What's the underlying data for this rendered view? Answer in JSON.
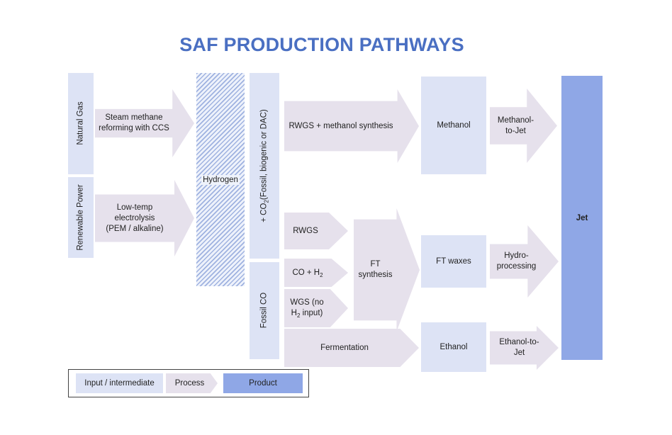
{
  "title": "SAF PRODUCTION PATHWAYS",
  "inputs": {
    "natural_gas": "Natural Gas",
    "renewable_power": "Renewable Power",
    "co2_label": "+ CO",
    "co2_sub": "2",
    "co2_rest": " (Fossil, biogenic or DAC)",
    "fossil_co": "Fossil CO"
  },
  "processes": {
    "steam": [
      "Steam methane",
      "reforming with CCS"
    ],
    "electrolysis": [
      "Low-temp",
      "electrolysis",
      "(PEM / alkaline)"
    ],
    "rwgs_methanol": "RWGS + methanol synthesis",
    "rwgs": "RWGS",
    "co_h2_prefix": "CO + H",
    "co_h2_sub": "2",
    "wgs_line1": "WGS (no",
    "wgs_line2_prefix": "H",
    "wgs_line2_sub": "2",
    "wgs_line2_rest": " input)",
    "ft_synthesis": [
      "FT",
      "synthesis"
    ],
    "fermentation": "Fermentation",
    "methanol_to_jet": [
      "Methanol-",
      "to-Jet"
    ],
    "hydroprocessing": [
      "Hydro-",
      "processing"
    ],
    "ethanol_to_jet": [
      "Ethanol-to-",
      "Jet"
    ]
  },
  "intermediates": {
    "hydrogen": "Hydrogen",
    "methanol": "Methanol",
    "ft_waxes": "FT waxes",
    "ethanol": "Ethanol"
  },
  "product": "Jet",
  "legend": {
    "input": "Input / intermediate",
    "process": "Process",
    "product": "Product"
  },
  "colors": {
    "title": "#4a6fc2",
    "input_intermediate": "#dde3f5",
    "process": "#e6e1ec",
    "product": "#8fa7e6",
    "hatch": "#9fb2e0"
  }
}
